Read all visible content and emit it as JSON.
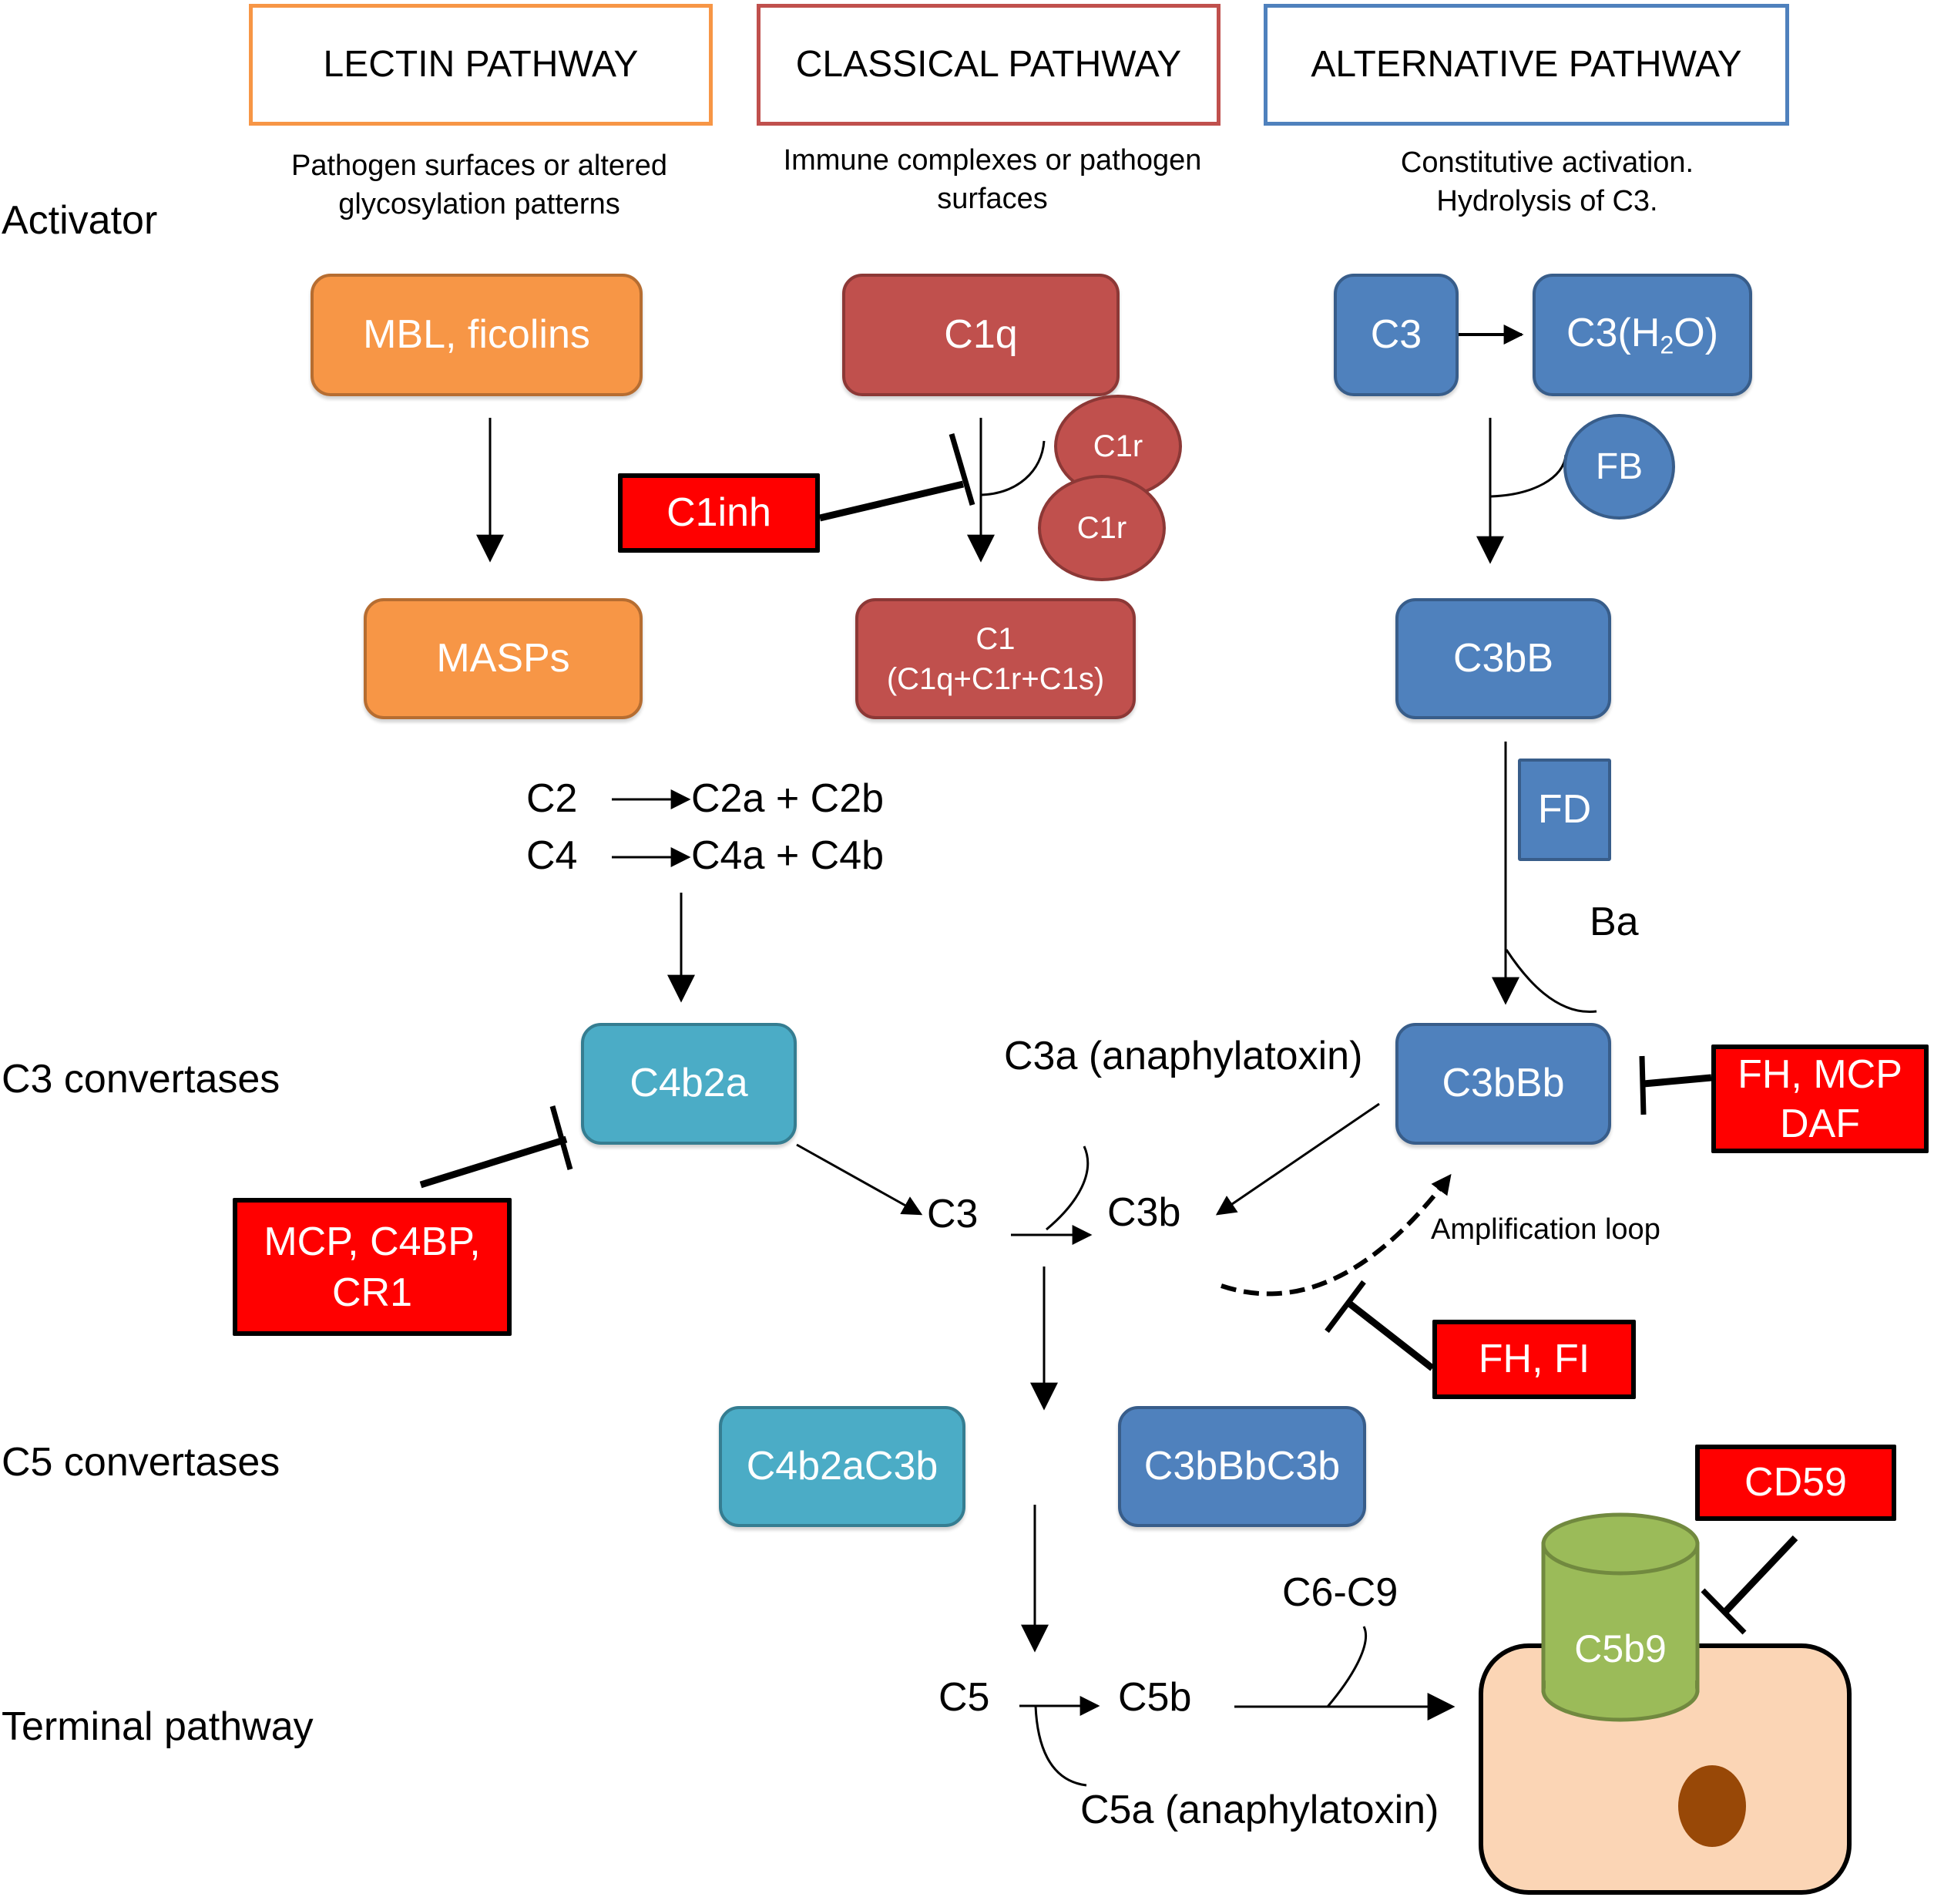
{
  "pathways": {
    "lectin": {
      "title": "LECTIN PATHWAY",
      "activator": [
        "Pathogen surfaces or altered",
        "glycosylation patterns"
      ],
      "color": "#f79646"
    },
    "classical": {
      "title": "CLASSICAL PATHWAY",
      "activator": [
        "Immune complexes or pathogen",
        "surfaces"
      ],
      "color": "#c0504d"
    },
    "alternative": {
      "title": "ALTERNATIVE PATHWAY",
      "activator": [
        "Constitutive activation.",
        "Hydrolysis of C3."
      ],
      "color": "#4f81bd"
    }
  },
  "row_labels": {
    "activator": "Activator",
    "c3_convertases": "C3 convertases",
    "c5_convertases": "C5 convertases",
    "terminal": "Terminal pathway"
  },
  "nodes": {
    "mbl_ficolins": "MBL, ficolins",
    "masps": "MASPs",
    "c1q": "C1q",
    "c1r_top": "C1r",
    "c1r_bottom": "C1r",
    "c1_line1": "C1",
    "c1_line2": "(C1q+C1r+C1s)",
    "c3_alt": "C3",
    "c3h2o_prefix": "C3(H",
    "c3h2o_sub": "2",
    "c3h2o_suffix": "O)",
    "fb": "FB",
    "c3bb": "C3bB",
    "fd": "FD",
    "ba": "Ba",
    "c4b2a": "C4b2a",
    "c3bbb": "C3bBb",
    "c4b2ac3b": "C4b2aC3b",
    "c3bbbc3b": "C3bBbC3b",
    "c5b9": "C5b9"
  },
  "reactions": {
    "c2": "C2",
    "c2_products": "C2a + C2b",
    "c4": "C4",
    "c4_products": "C4a + C4b",
    "c3": "C3",
    "c3b": "C3b",
    "c3a": "C3a (anaphylatoxin)",
    "amplification": "Amplification loop",
    "c5": "C5",
    "c5b": "C5b",
    "c6c9": "C6-C9",
    "c5a": "C5a (anaphylatoxin)"
  },
  "inhibitors": {
    "c1inh": "C1inh",
    "mcp_c4bp_cr1_line1": "MCP, C4BP,",
    "mcp_c4bp_cr1_line2": "CR1",
    "fh_mcp_daf_line1": "FH, MCP",
    "fh_mcp_daf_line2": "DAF",
    "fh_fi": "FH, FI",
    "cd59": "CD59",
    "color": "#ff0000"
  },
  "cell": {
    "fill": "#fbd5b5",
    "nucleus": "#984807",
    "mac_color": "#9bbb59"
  }
}
